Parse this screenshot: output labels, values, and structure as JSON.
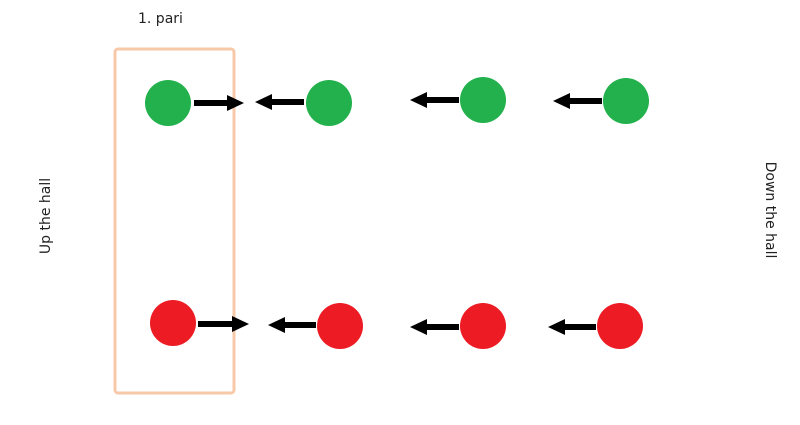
{
  "pair_label": "1. pari",
  "left_label": "Up the hall",
  "right_label": "Down the hall",
  "colors": {
    "green": "#22b14c",
    "red": "#ed1c24",
    "arrow": "#000000",
    "box": "#f8c9a8"
  },
  "rows": [
    {
      "name": "green",
      "arrows": [
        "right",
        "left",
        "left",
        "left"
      ]
    },
    {
      "name": "red",
      "arrows": [
        "right",
        "left",
        "left",
        "left"
      ]
    }
  ]
}
